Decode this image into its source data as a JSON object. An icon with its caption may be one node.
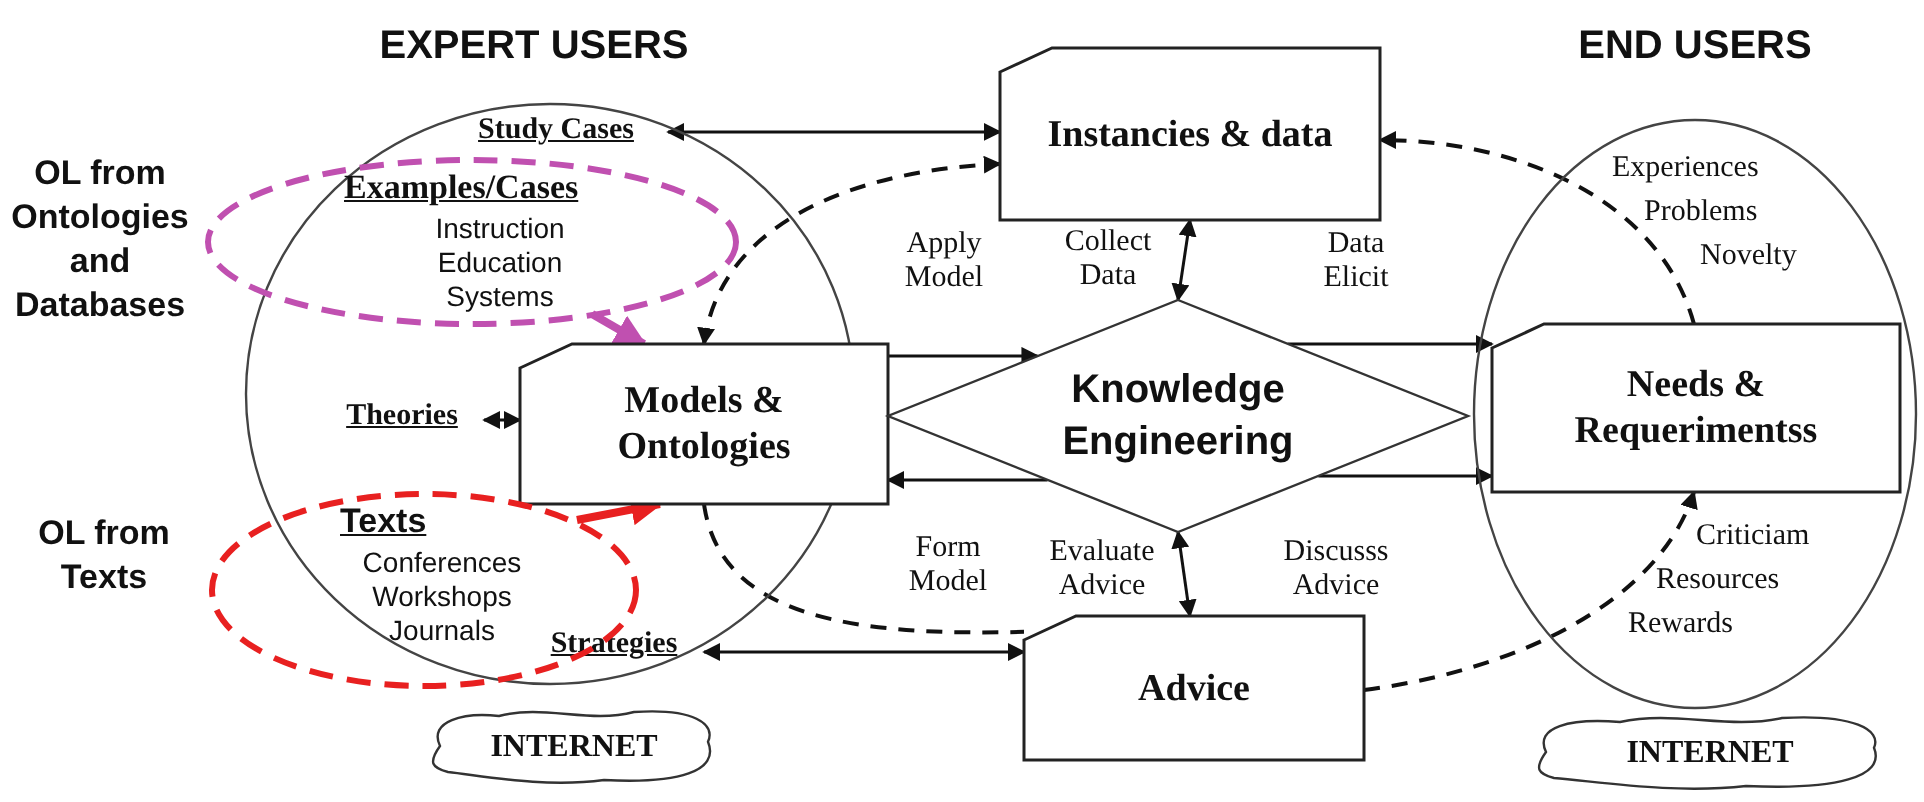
{
  "diagram": {
    "nodes": [
      {
        "text": [
          "EXPERT USERS"
        ]
      },
      {
        "text": [
          "Study Cases"
        ],
        "in": 0
      },
      {
        "text": [
          "Examples/Cases",
          "Instruction Education Systems"
        ],
        "beside": [
          "OL from Ontologies and Databases"
        ]
      },
      {
        "text": [
          "Theories"
        ],
        "in": 0
      },
      {
        "text": [
          "Models & Ontologies"
        ]
      },
      {
        "text": [
          "Texts",
          "Conferences Workshops Journals"
        ],
        "beside": [
          "OL from Texts"
        ]
      },
      {
        "text": [
          "Strategies"
        ],
        "in": 0
      },
      {
        "text": [
          "INTERNET"
        ]
      },
      {
        "text": [
          "Instancies & data"
        ]
      },
      {
        "text": [
          "Knowledge Engineering"
        ]
      },
      {
        "text": [
          "Advice"
        ]
      },
      {
        "text": [
          "END USERS"
        ]
      },
      {
        "text": [
          "Needs & Requerimentss"
        ],
        "in": 11
      },
      {
        "text": [
          "INTERNET"
        ]
      }
    ],
    "edges": [
      {
        "from": 1,
        "to": 8,
        "arrow": "both"
      },
      {
        "from": 4,
        "to": 8,
        "arrow": "both",
        "style": "dashed"
      },
      {
        "from": 4,
        "to": 9,
        "arrow": "to",
        "label": "Apply Model"
      },
      {
        "from": 9,
        "to": 4,
        "arrow": "to",
        "label": "Form Model"
      },
      {
        "from": 8,
        "to": 9,
        "arrow": "both",
        "label": "Collect Data"
      },
      {
        "from": 9,
        "to": 12,
        "arrow": "to",
        "label": "Data Elicit"
      },
      {
        "from": 9,
        "to": 12,
        "arrow": "to",
        "label": "Discusss Advice"
      },
      {
        "from": 9,
        "to": 10,
        "arrow": "both",
        "label": "Evaluate Advice"
      },
      {
        "from": 6,
        "to": 10,
        "arrow": "both"
      },
      {
        "from": 4,
        "to": 10,
        "arrow": "none",
        "style": "dashed"
      },
      {
        "from": 10,
        "to": 12,
        "arrow": "to",
        "style": "dashed"
      },
      {
        "from": 12,
        "to": 8,
        "arrow": "to",
        "style": "dashed"
      },
      {
        "from": 3,
        "to": 4,
        "arrow": "both"
      },
      {
        "from": 2,
        "to": 4,
        "arrow": "to",
        "style": "thick",
        "color": "#c050b0"
      },
      {
        "from": 5,
        "to": 4,
        "arrow": "to",
        "style": "thick",
        "color": "#e82020"
      }
    ],
    "labels": [
      "Experiences",
      "Problems",
      "Novelty",
      "Criticiam",
      "Resources",
      "Rewards"
    ]
  }
}
